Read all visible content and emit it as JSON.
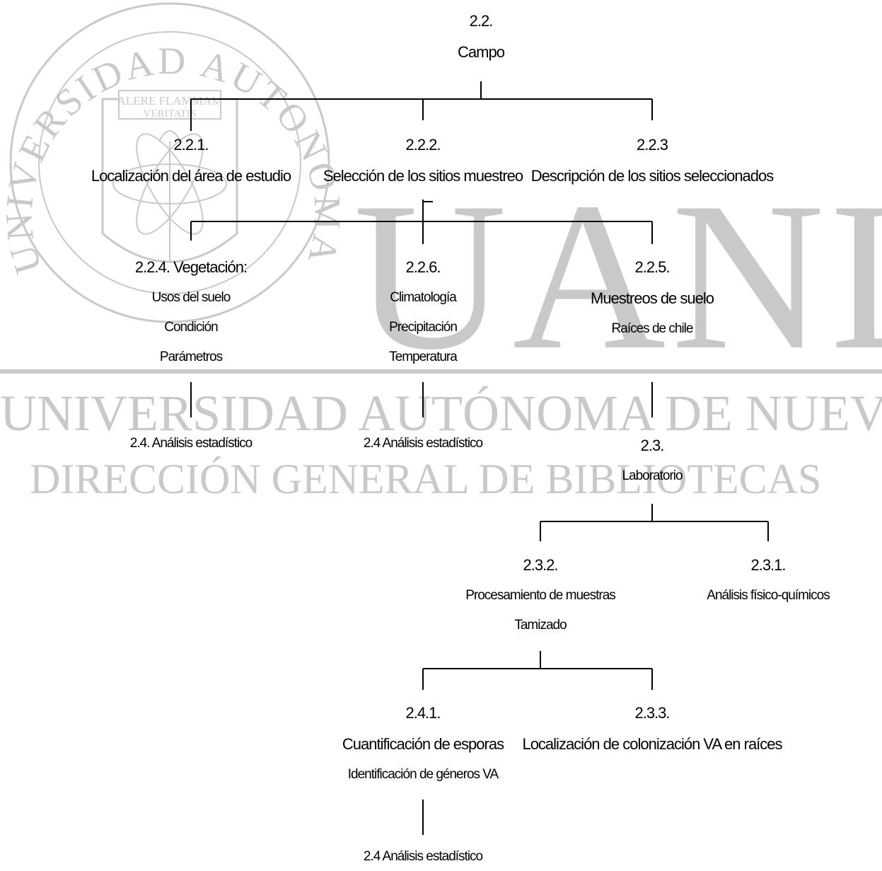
{
  "watermark": {
    "seal_outer_text": "UNIVERSIDAD AUTONOMA DE NUEVO LEON",
    "seal_motto": [
      "ALERE FLAMMAM",
      "VERITATIS"
    ],
    "big_text": "UANL",
    "university": "UNIVERSIDAD AUTÓNOMA DE NUEVO LEÓN",
    "direction": "DIRECCIÓN GENERAL DE BIBLIOTECAS",
    "color": "#c9c9c9"
  },
  "nodes": {
    "root": {
      "number": "2.2.",
      "title": "Campo"
    },
    "n221": {
      "number": "2.2.1.",
      "title": "Localización del área de estudio"
    },
    "n222": {
      "number": "2.2.2.",
      "title": "Selección de los sitios muestreo"
    },
    "n223": {
      "number": "2.2.3",
      "title": "Descripción de los sitios seleccionados"
    },
    "n224": {
      "title": "2.2.4. Vegetación:",
      "items": [
        "Usos del suelo",
        "Condición",
        "Parámetros"
      ]
    },
    "n226": {
      "number": "2.2.6.",
      "items": [
        "Climatología",
        "Precipitación",
        "Temperatura"
      ]
    },
    "n225": {
      "number": "2.2.5.",
      "title": "Muestreos de suelo",
      "items": [
        "Raíces de chile"
      ]
    },
    "stats_a": {
      "title": "2.4. Análisis estadístico"
    },
    "stats_b": {
      "title": "2.4  Análisis estadístico"
    },
    "lab": {
      "number": "2.3.",
      "title": "Laboratorio"
    },
    "n232": {
      "number": "2.3.2.",
      "items": [
        "Procesamiento de muestras",
        "Tamizado"
      ]
    },
    "n231": {
      "number": "2.3.1.",
      "title": "Análisis físico-químicos"
    },
    "n241": {
      "number": "2.4.1.",
      "title": "Cuantificación de esporas",
      "items": [
        "Identificación de géneros VA"
      ]
    },
    "n233": {
      "number": "2.3.3.",
      "title": "Localización de colonización VA en raíces"
    },
    "stats_c": {
      "title": "2.4  Análisis estadístico"
    }
  }
}
